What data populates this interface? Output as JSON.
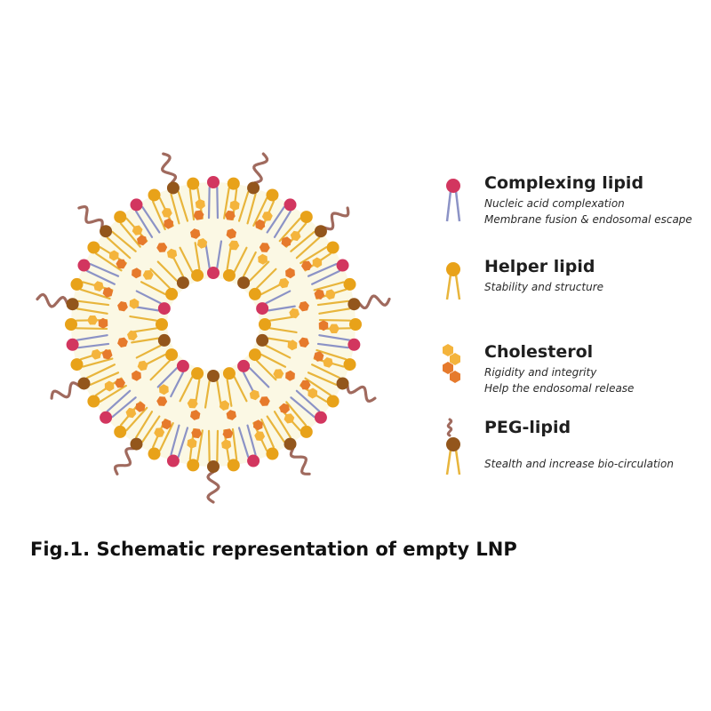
{
  "figure": {
    "caption": "Fig.1. Schematic representation of empty LNP"
  },
  "colors": {
    "complexing_head": "#d2365f",
    "complexing_tail": "#8c93c6",
    "helper_head": "#e8a219",
    "helper_tail": "#e8b53c",
    "cholesterol_light": "#f4b43c",
    "cholesterol_dark": "#e67a2c",
    "peg_head": "#93561c",
    "peg_chain": "#a06a5e",
    "core_fill": "#fbf8e4"
  },
  "legend": [
    {
      "icon": "complexing-lipid-icon",
      "title": "Complexing lipid",
      "lines": [
        "Nucleic acid complexation",
        "Membrane fusion & endosomal escape"
      ]
    },
    {
      "icon": "helper-lipid-icon",
      "title": "Helper lipid",
      "lines": [
        "Stability and structure"
      ]
    },
    {
      "icon": "cholesterol-icon",
      "title": "Cholesterol",
      "lines": [
        "Rigidity and integrity",
        "Help the endosomal release"
      ]
    },
    {
      "icon": "peg-lipid-icon",
      "title": "PEG-lipid",
      "lines": [
        "Stealth and increase bio-circulation"
      ]
    }
  ]
}
